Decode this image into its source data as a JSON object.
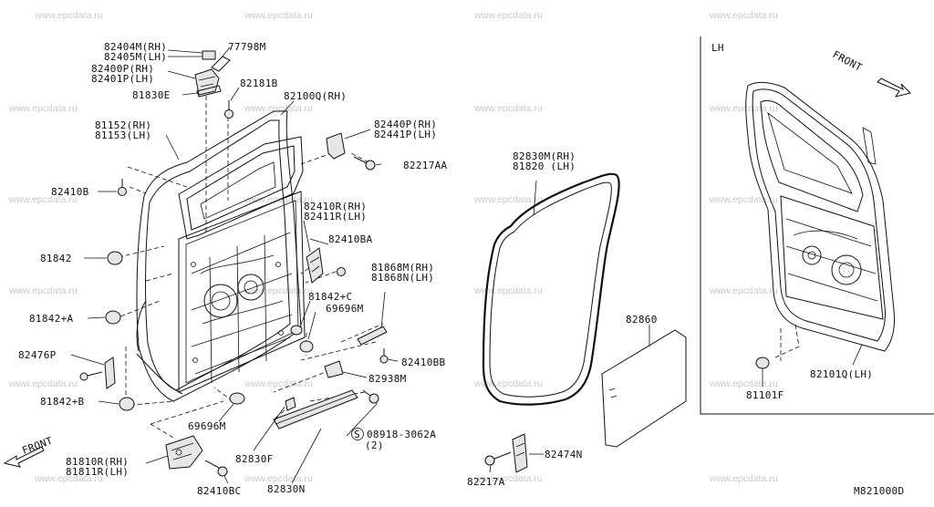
{
  "watermark": "www.epcdata.ru",
  "diagram_code": "M821000D",
  "inset_label": "LH",
  "front_label": "FRONT",
  "labels": {
    "p82404": "82404M(RH)",
    "p82405": "82405M(LH)",
    "p82400": "82400P(RH)",
    "p82401": "82401P(LH)",
    "p77798": "77798M",
    "p81830": "81830E",
    "p82181": "82181B",
    "p82100": "82100Q(RH)",
    "p81152": "81152(RH)",
    "p81153": "81153(LH)",
    "p82440": "82440P(RH)",
    "p82441": "82441P(LH)",
    "p82217aa": "82217AA",
    "p82410b": "82410B",
    "p82410r": "82410R(RH)",
    "p82411r": "82411R(LH)",
    "p82410ba": "82410BA",
    "p81842": "81842",
    "p81868m": "81868M(RH)",
    "p81868n": "81868N(LH)",
    "p81842c": "81842+C",
    "p69696m_a": "69696M",
    "p81842a": "81842+A",
    "p82476": "82476P",
    "p82410bb": "82410BB",
    "p82938": "82938M",
    "p81842b": "81842+B",
    "p69696m_b": "69696M",
    "p08918": "08918-3062A",
    "p08918qty": "(2)",
    "p08918_s": "S",
    "p81810": "81810R(RH)",
    "p81811": "81811R(LH)",
    "p82830f": "82830F",
    "p82410bc": "82410BC",
    "p82830n": "82830N",
    "p82830m": "82830M(RH)",
    "p81820": "81820  (LH)",
    "p82860": "82860",
    "p82474": "82474N",
    "p82217a": "82217A",
    "p82101": "82101Q(LH)",
    "p81101": "81101F"
  }
}
